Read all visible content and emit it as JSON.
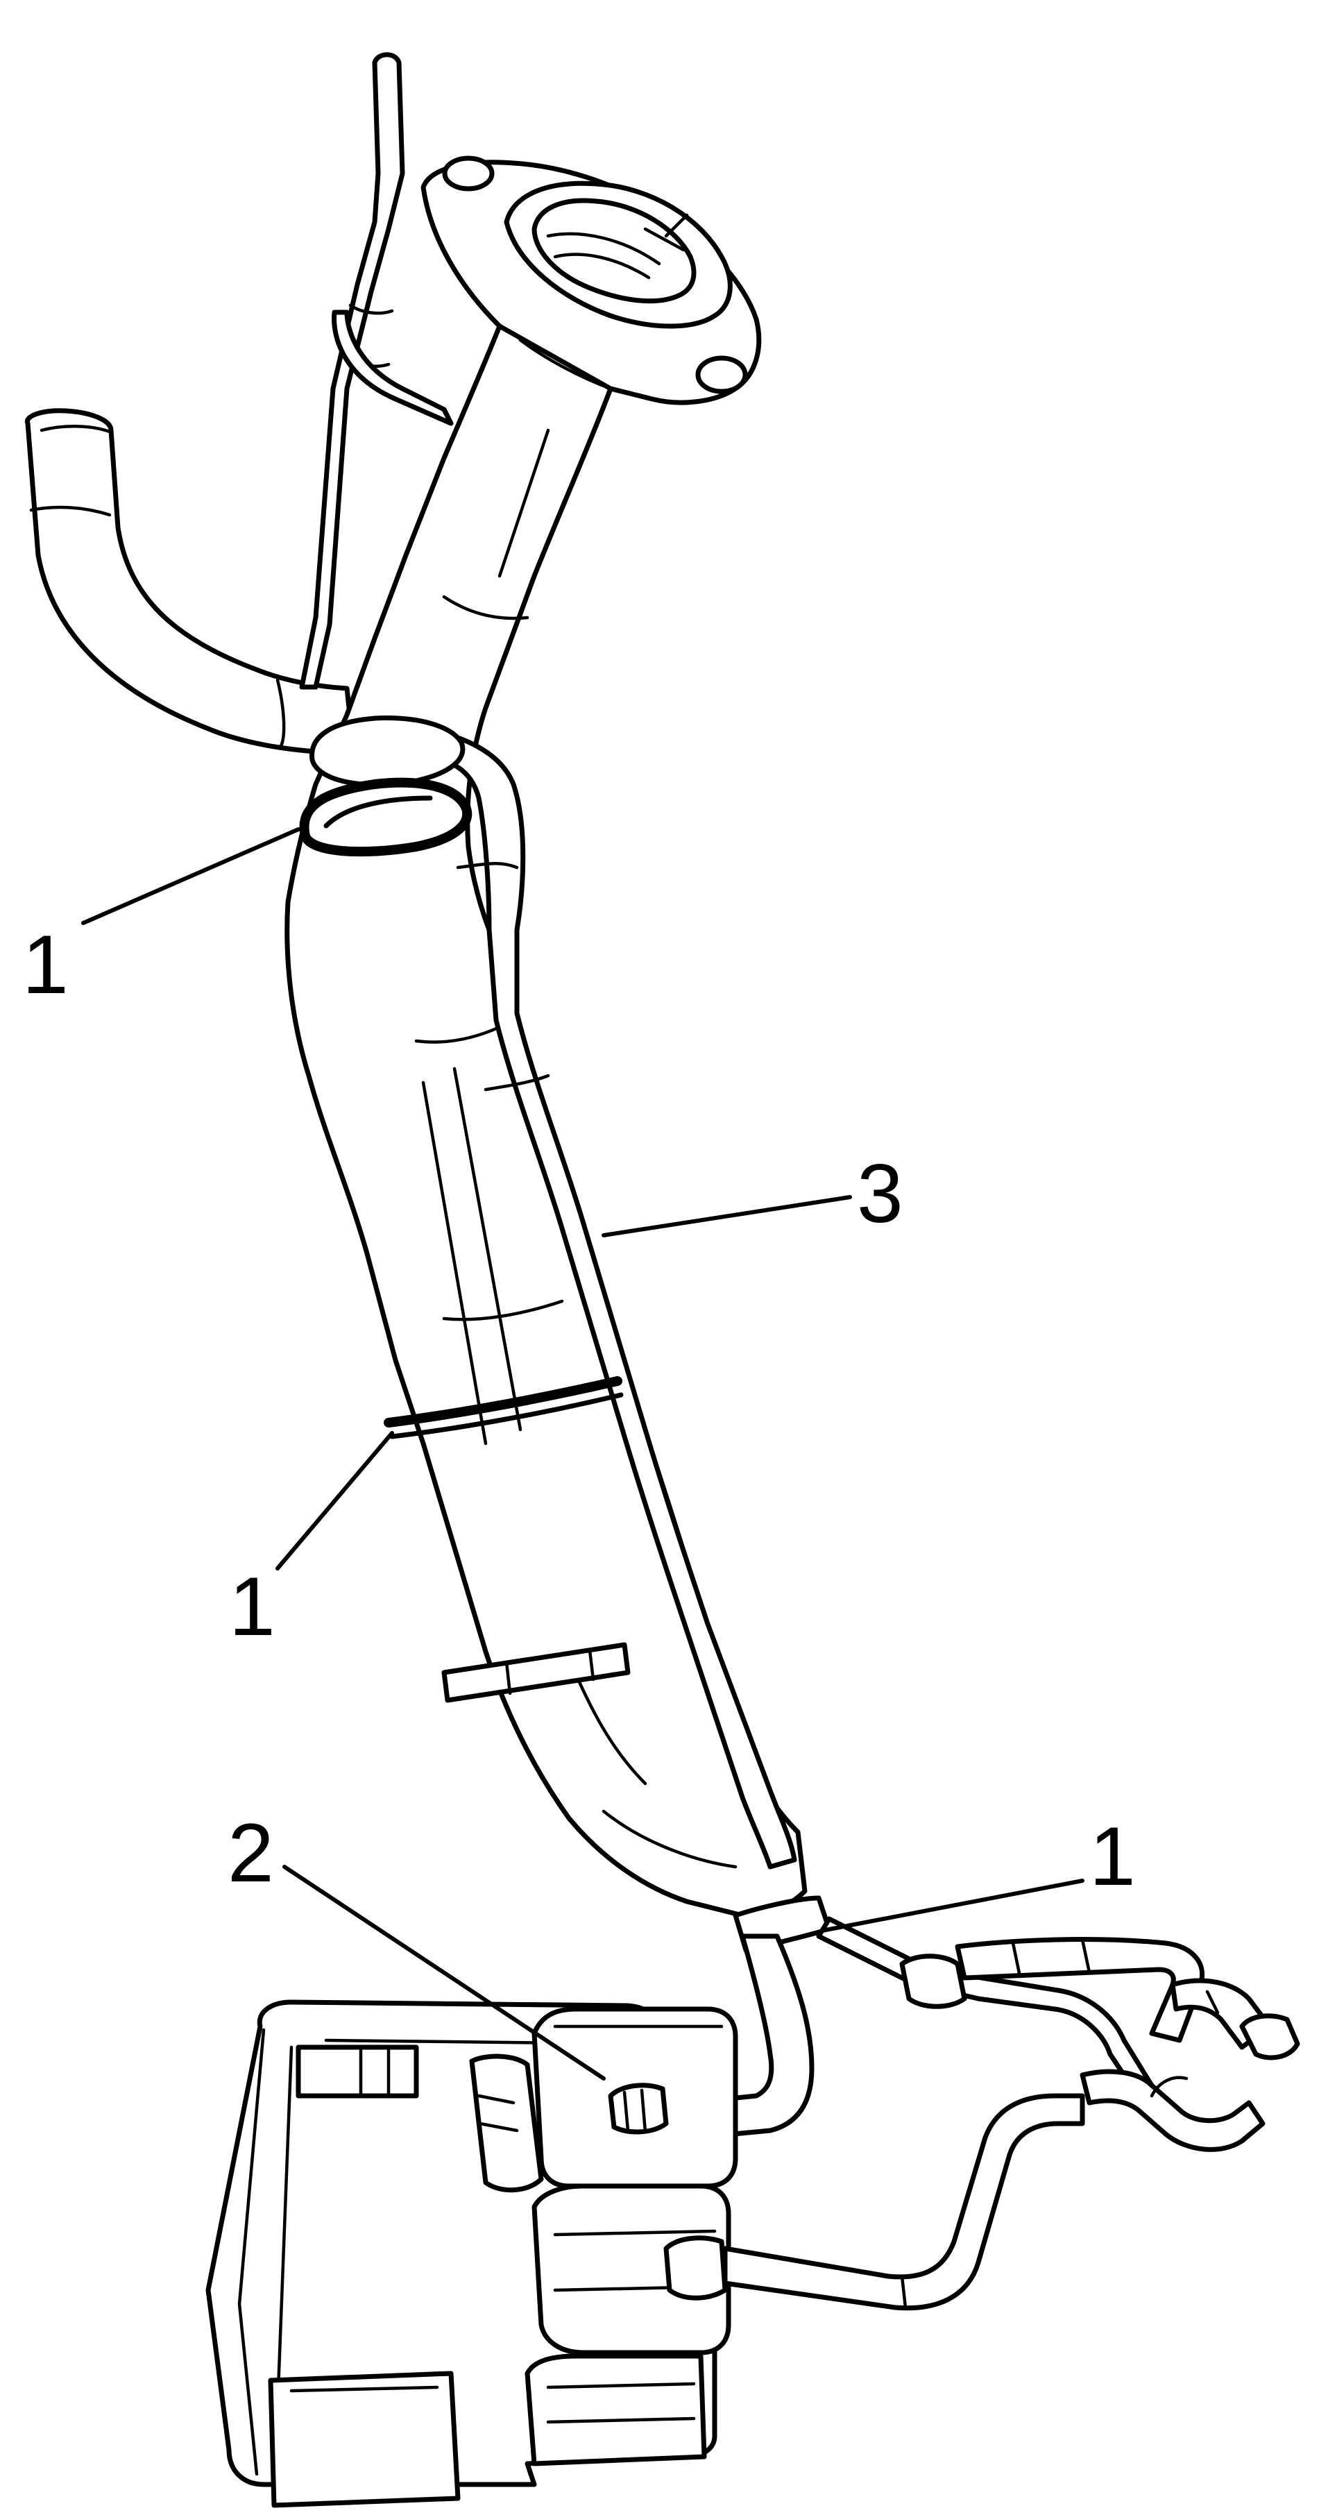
{
  "diagram": {
    "colors": {
      "line": "#000000",
      "background": "#ffffff"
    },
    "callouts": [
      {
        "id": "c1_top",
        "text": "1"
      },
      {
        "id": "c1_mid",
        "text": "1"
      },
      {
        "id": "c1_bottom",
        "text": "1"
      },
      {
        "id": "c2",
        "text": "2"
      },
      {
        "id": "c3",
        "text": "3"
      }
    ]
  }
}
